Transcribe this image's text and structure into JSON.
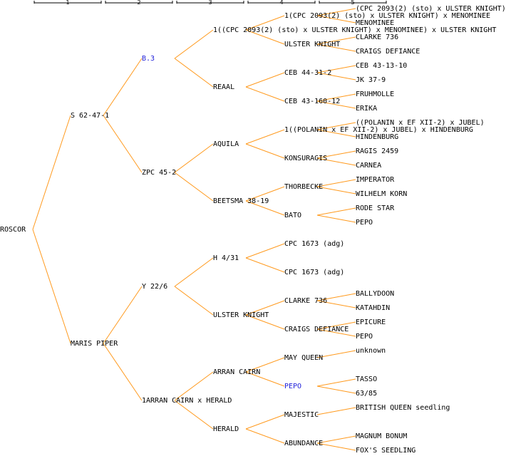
{
  "generations": [
    "1",
    "2",
    "3",
    "4",
    "5"
  ],
  "root": "ROSCOR",
  "colors": {
    "line": "#ff9a1e",
    "link": "#1f1fd9",
    "text": "#000000",
    "ruler": "#000000"
  },
  "tree": {
    "name": "ROSCOR",
    "children": [
      {
        "name": "S 62-47-1",
        "children": [
          {
            "name": "B.3",
            "link": true,
            "children": [
              {
                "name": "1((CPC 2093(2) (sto) x ULSTER KNIGHT) x MENOMINEE) x ULSTER KNIGHT",
                "children": [
                  {
                    "name": "1(CPC 2093(2) (sto) x ULSTER KNIGHT) x MENOMINEE",
                    "children": [
                      {
                        "name": "(CPC 2093(2) (sto) x ULSTER KNIGHT)"
                      },
                      {
                        "name": "MENOMINEE"
                      }
                    ]
                  },
                  {
                    "name": "ULSTER KNIGHT",
                    "children": [
                      {
                        "name": "CLARKE 736"
                      },
                      {
                        "name": "CRAIGS DEFIANCE"
                      }
                    ]
                  }
                ]
              },
              {
                "name": "REAAL",
                "children": [
                  {
                    "name": "CEB 44-31-2",
                    "children": [
                      {
                        "name": "CEB 43-13-10"
                      },
                      {
                        "name": "JK 37-9"
                      }
                    ]
                  },
                  {
                    "name": "CEB 43-160-12",
                    "children": [
                      {
                        "name": "FRUHMOLLE"
                      },
                      {
                        "name": "ERIKA"
                      }
                    ]
                  }
                ]
              }
            ]
          },
          {
            "name": "ZPC 45-2",
            "children": [
              {
                "name": "AQUILA",
                "children": [
                  {
                    "name": "1((POLANIN x EF XII-2) x JUBEL) x HINDENBURG",
                    "children": [
                      {
                        "name": "((POLANIN x EF XII-2) x JUBEL)"
                      },
                      {
                        "name": "HINDENBURG"
                      }
                    ]
                  },
                  {
                    "name": "KONSURAGIS",
                    "children": [
                      {
                        "name": "RAGIS 2459"
                      },
                      {
                        "name": "CARNEA"
                      }
                    ]
                  }
                ]
              },
              {
                "name": "BEETSMA 38-19",
                "children": [
                  {
                    "name": "THORBECKE",
                    "children": [
                      {
                        "name": "IMPERATOR"
                      },
                      {
                        "name": "WILHELM KORN"
                      }
                    ]
                  },
                  {
                    "name": "BATO",
                    "children": [
                      {
                        "name": "RODE STAR"
                      },
                      {
                        "name": "PEPO"
                      }
                    ]
                  }
                ]
              }
            ]
          }
        ]
      },
      {
        "name": "MARIS PIPER",
        "children": [
          {
            "name": "Y 22/6",
            "children": [
              {
                "name": "H 4/31",
                "children": [
                  {
                    "name": "CPC 1673 (adg)"
                  },
                  {
                    "name": "CPC 1673 (adg)"
                  }
                ]
              },
              {
                "name": "ULSTER KNIGHT",
                "children": [
                  {
                    "name": "CLARKE 736",
                    "children": [
                      {
                        "name": "BALLYDOON"
                      },
                      {
                        "name": "KATAHDIN"
                      }
                    ]
                  },
                  {
                    "name": "CRAIGS DEFIANCE",
                    "children": [
                      {
                        "name": "EPICURE"
                      },
                      {
                        "name": "PEPO"
                      }
                    ]
                  }
                ]
              }
            ]
          },
          {
            "name": "1ARRAN CAIRN x HERALD",
            "children": [
              {
                "name": "ARRAN CAIRN",
                "children": [
                  {
                    "name": "MAY QUEEN",
                    "children": [
                      {
                        "name": "unknown"
                      }
                    ]
                  },
                  {
                    "name": "PEPO",
                    "link": true,
                    "children": [
                      {
                        "name": "TASSO"
                      },
                      {
                        "name": "63/85"
                      }
                    ]
                  }
                ]
              },
              {
                "name": "HERALD",
                "children": [
                  {
                    "name": "MAJESTIC",
                    "children": [
                      {
                        "name": "BRITISH QUEEN seedling"
                      }
                    ]
                  },
                  {
                    "name": "ABUNDANCE",
                    "children": [
                      {
                        "name": "MAGNUM BONUM"
                      },
                      {
                        "name": "FOX'S SEEDLING"
                      }
                    ]
                  }
                ]
              }
            ]
          }
        ]
      }
    ]
  }
}
